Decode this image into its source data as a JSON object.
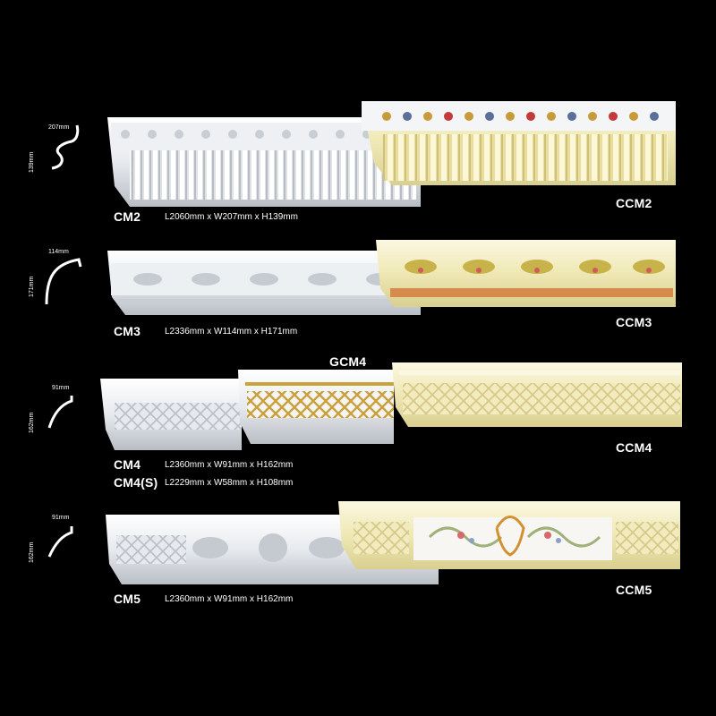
{
  "colors": {
    "background": "#000000",
    "white_molding": "#e9ecf0",
    "cream_molding": "#f1ecc0",
    "gold_accent": "#c9a23a"
  },
  "rows": [
    {
      "code": "CM2",
      "dims": "L2060mm x W207mm x H139mm",
      "color_code": "CCM2",
      "profile_w": "207mm",
      "profile_h": "139mm"
    },
    {
      "code": "CM3",
      "dims": "L2336mm x W114mm x H171mm",
      "color_code": "CCM3",
      "profile_w": "114mm",
      "profile_h": "171mm"
    },
    {
      "code": "CM4",
      "dims": "L2360mm x W91mm x H162mm",
      "variant_code": "CM4(S)",
      "variant_dims": "L2229mm x W58mm x H108mm",
      "gold_code": "GCM4",
      "color_code": "CCM4",
      "profile_w": "91mm",
      "profile_h": "162mm"
    },
    {
      "code": "CM5",
      "dims": "L2360mm x W91mm x H162mm",
      "color_code": "CCM5",
      "profile_w": "91mm",
      "profile_h": "162mm"
    }
  ]
}
